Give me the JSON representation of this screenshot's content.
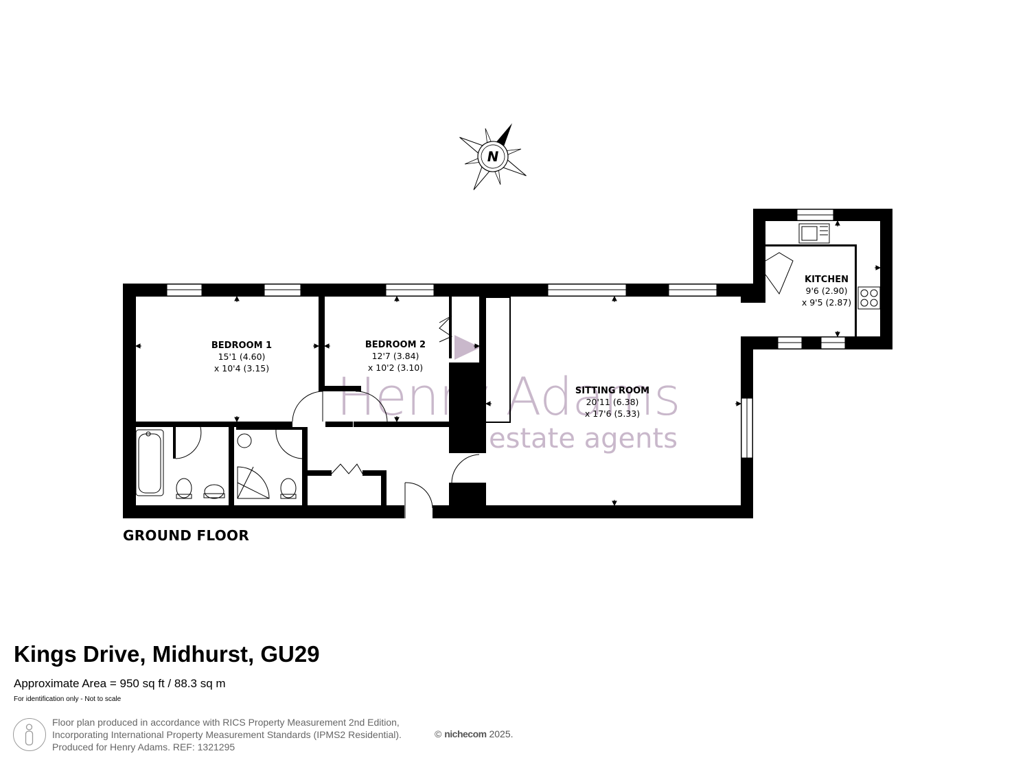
{
  "floor_plan": {
    "floor_label": "GROUND FLOOR",
    "rooms": [
      {
        "name": "BEDROOM 1",
        "dim1": "15'1 (4.60)",
        "dim2": "x 10'4 (3.15)"
      },
      {
        "name": "BEDROOM 2",
        "dim1": "12'7 (3.84)",
        "dim2": "x 10'2 (3.10)"
      },
      {
        "name": "SITTING ROOM",
        "dim1": "20'11 (6.38)",
        "dim2": "x 17'6 (5.33)"
      },
      {
        "name": "KITCHEN",
        "dim1": "9'6 (2.90)",
        "dim2": "x 9'5 (2.87)"
      }
    ],
    "compass_label": "N",
    "watermark": {
      "line1": "Henry Adams",
      "line2": "estate agents"
    }
  },
  "footer": {
    "address": "Kings Drive, Midhurst, GU29",
    "area": "Approximate Area = 950 sq ft / 88.3 sq m",
    "identification": "For identification only - Not to scale",
    "disclaimer_lines": [
      "Floor plan produced in accordance with RICS Property Measurement 2nd Edition,",
      "Incorporating International Property Measurement Standards (IPMS2 Residential).",
      "Produced for Henry Adams.   REF: 1321295"
    ],
    "copyright_symbol": "©",
    "copyright_brand": "nichecom",
    "copyright_year": "2025."
  },
  "colors": {
    "wall": "#000000",
    "watermark": "#c9b8cb",
    "text_grey": "#666666"
  }
}
